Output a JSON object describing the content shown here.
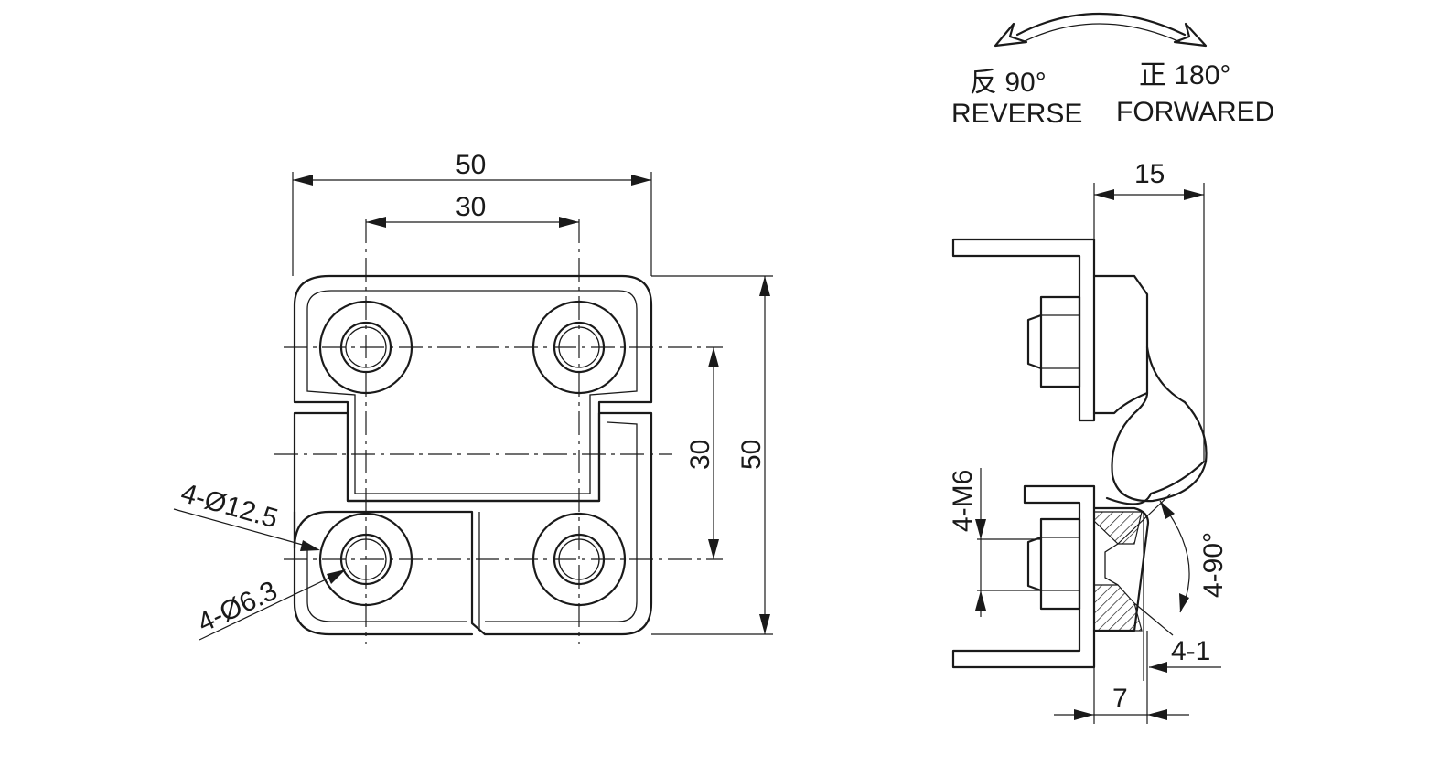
{
  "rotation": {
    "reverse_angle": "反 90°",
    "reverse_label": "REVERSE",
    "forward_angle": "正 180°",
    "forward_label": "FORWARED"
  },
  "front_view": {
    "overall_width": "50",
    "hole_spacing_horizontal": "30",
    "hole_spacing_vertical": "30",
    "overall_height": "50",
    "counterbore_callout": "4-Ø12.5",
    "hole_callout": "4-Ø6.3"
  },
  "side_view": {
    "depth": "15",
    "thread_callout": "4-M6",
    "chamfer_angle": "4-90°",
    "chamfer_depth": "4-1",
    "plate_offset": "7"
  }
}
